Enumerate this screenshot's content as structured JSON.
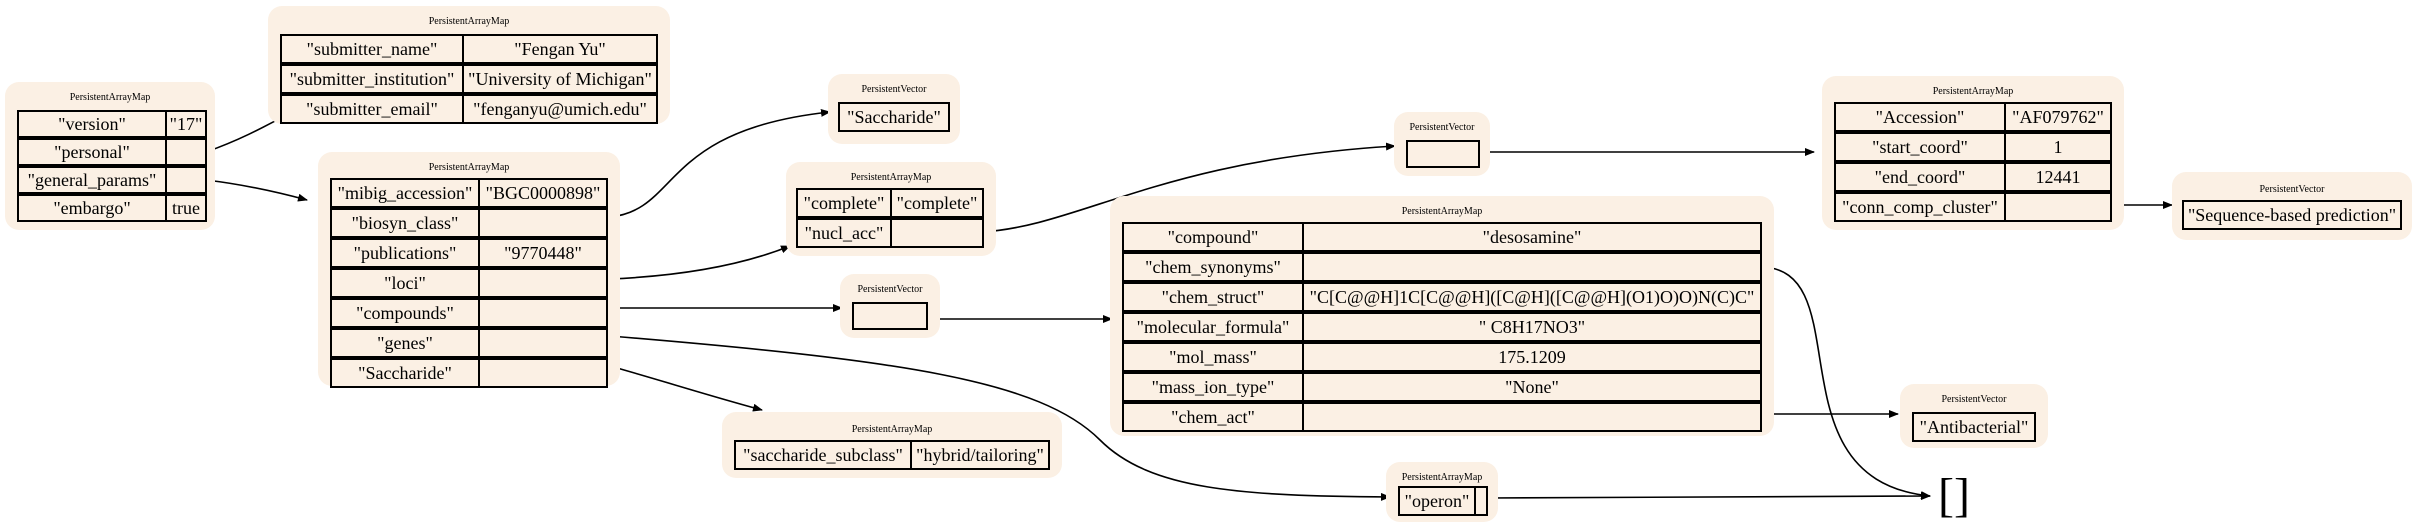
{
  "nodes": {
    "root": {
      "title": "PersistentArrayMap",
      "rows": [
        {
          "key": "\"version\"",
          "value": "\"17\""
        },
        {
          "key": "\"personal\"",
          "value": ""
        },
        {
          "key": "\"general_params\"",
          "value": ""
        },
        {
          "key": "\"embargo\"",
          "value": "true"
        }
      ]
    },
    "personal": {
      "title": "PersistentArrayMap",
      "rows": [
        {
          "key": "\"submitter_name\"",
          "value": "\"Fengan Yu\""
        },
        {
          "key": "\"submitter_institution\"",
          "value": "\"University of Michigan\""
        },
        {
          "key": "\"submitter_email\"",
          "value": "\"fenganyu@umich.edu\""
        }
      ]
    },
    "general": {
      "title": "PersistentArrayMap",
      "rows": [
        {
          "key": "\"mibig_accession\"",
          "value": "\"BGC0000898\""
        },
        {
          "key": "\"biosyn_class\"",
          "value": ""
        },
        {
          "key": "\"publications\"",
          "value": "\"9770448\""
        },
        {
          "key": "\"loci\"",
          "value": ""
        },
        {
          "key": "\"compounds\"",
          "value": ""
        },
        {
          "key": "\"genes\"",
          "value": ""
        },
        {
          "key": "\"Saccharide\"",
          "value": ""
        }
      ]
    },
    "biosyn_class_vec": {
      "title": "PersistentVector",
      "item": "\"Saccharide\""
    },
    "loci_map": {
      "title": "PersistentArrayMap",
      "rows": [
        {
          "key": "\"complete\"",
          "value": "\"complete\""
        },
        {
          "key": "\"nucl_acc\"",
          "value": ""
        }
      ]
    },
    "nucl_acc_vec": {
      "title": "PersistentVector",
      "item": ""
    },
    "accession_map": {
      "title": "PersistentArrayMap",
      "rows": [
        {
          "key": "\"Accession\"",
          "value": "\"AF079762\""
        },
        {
          "key": "\"start_coord\"",
          "value": "1"
        },
        {
          "key": "\"end_coord\"",
          "value": "12441"
        },
        {
          "key": "\"conn_comp_cluster\"",
          "value": ""
        }
      ]
    },
    "evidence_vec": {
      "title": "PersistentVector",
      "item": "\"Sequence-based prediction\""
    },
    "compounds_vec": {
      "title": "PersistentVector",
      "item": ""
    },
    "compound_map": {
      "title": "PersistentArrayMap",
      "rows": [
        {
          "key": "\"compound\"",
          "value": "\"desosamine\""
        },
        {
          "key": "\"chem_synonyms\"",
          "value": ""
        },
        {
          "key": "\"chem_struct\"",
          "value": "\"C[C@@H]1C[C@@H]([C@H]([C@@H](O1)O)O)N(C)C\""
        },
        {
          "key": "\"molecular_formula\"",
          "value": "\" C8H17NO3\""
        },
        {
          "key": "\"mol_mass\"",
          "value": "175.1209"
        },
        {
          "key": "\"mass_ion_type\"",
          "value": "\"None\""
        },
        {
          "key": "\"chem_act\"",
          "value": ""
        }
      ]
    },
    "activity_vec": {
      "title": "PersistentVector",
      "item": "\"Antibacterial\""
    },
    "saccharide_map": {
      "title": "PersistentArrayMap",
      "rows": [
        {
          "key": "\"saccharide_subclass\"",
          "value": "\"hybrid/tailoring\""
        }
      ]
    },
    "genes_map": {
      "title": "PersistentArrayMap",
      "rows": [
        {
          "key": "\"operon\"",
          "value": ""
        }
      ]
    },
    "empty_vec": {
      "label": "[]"
    }
  }
}
